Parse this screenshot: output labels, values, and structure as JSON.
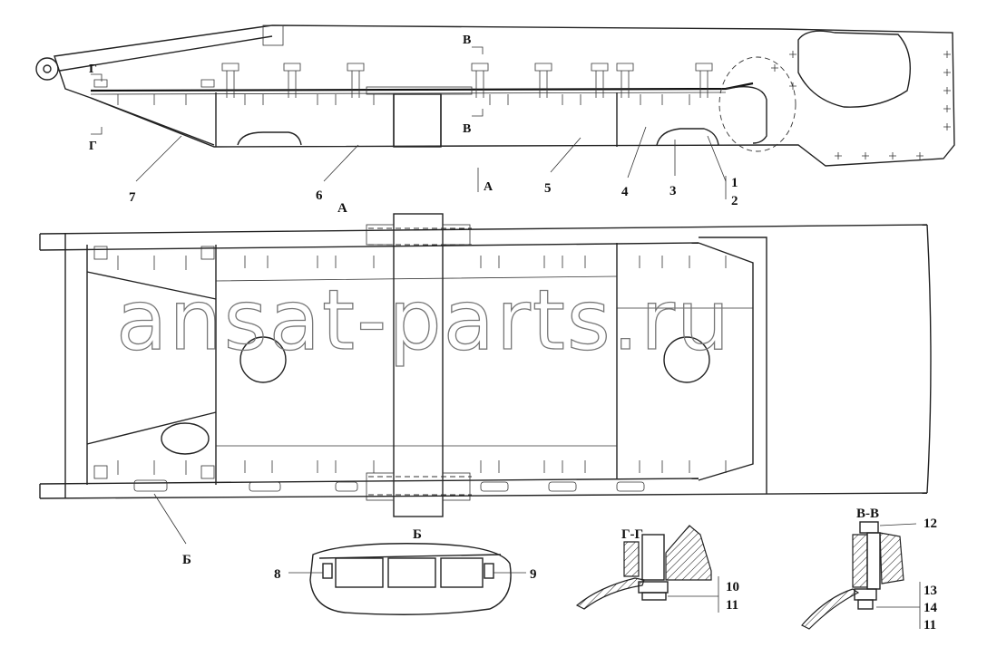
{
  "watermark": "ansat-parts.ru",
  "views": {
    "side_view_arrow": "A",
    "plan_view_title": "A",
    "detail_b_title": "Б",
    "section_gg_title": "Г-Г",
    "section_vv_title": "В-В",
    "section_marker_v": "В",
    "section_marker_g": "Г",
    "detail_marker_b": "Б"
  },
  "callouts": {
    "c1": "1",
    "c2": "2",
    "c3": "3",
    "c4": "4",
    "c5": "5",
    "c6": "6",
    "c7": "7",
    "c8": "8",
    "c9": "9",
    "c10": "10",
    "c11": "11",
    "c12": "12",
    "c13": "13",
    "c14": "14",
    "c11b": "11"
  }
}
